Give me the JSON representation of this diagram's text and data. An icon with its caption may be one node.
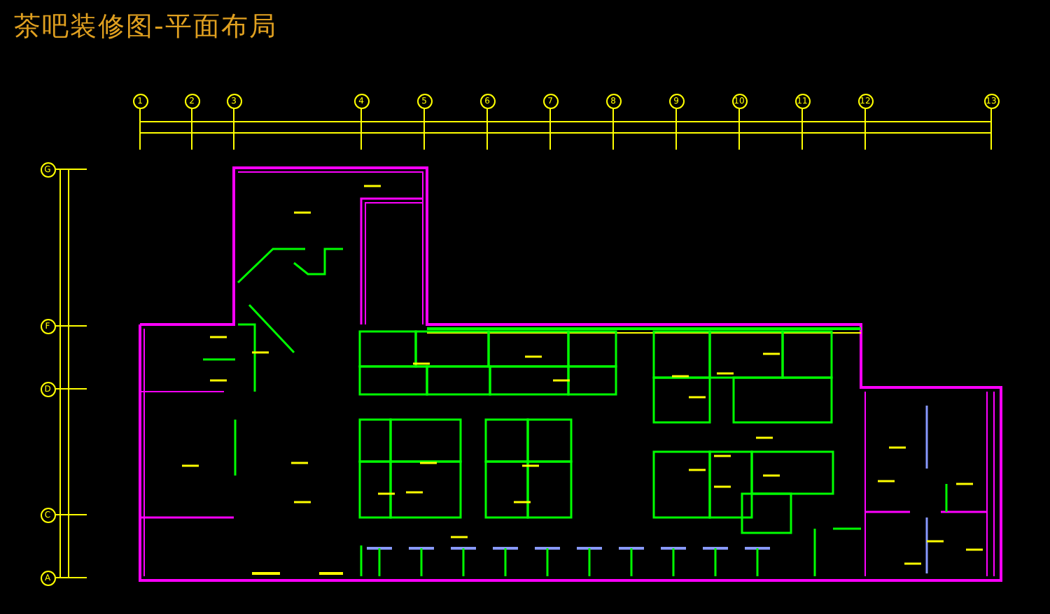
{
  "diagram": {
    "title": "茶吧装修图-平面布局",
    "labels": [
      "1",
      "2",
      "3",
      "4",
      "5",
      "6",
      "7",
      "8",
      "9",
      "10",
      "11",
      "12",
      "13",
      "G",
      "F",
      "D",
      "C",
      "A"
    ]
  }
}
